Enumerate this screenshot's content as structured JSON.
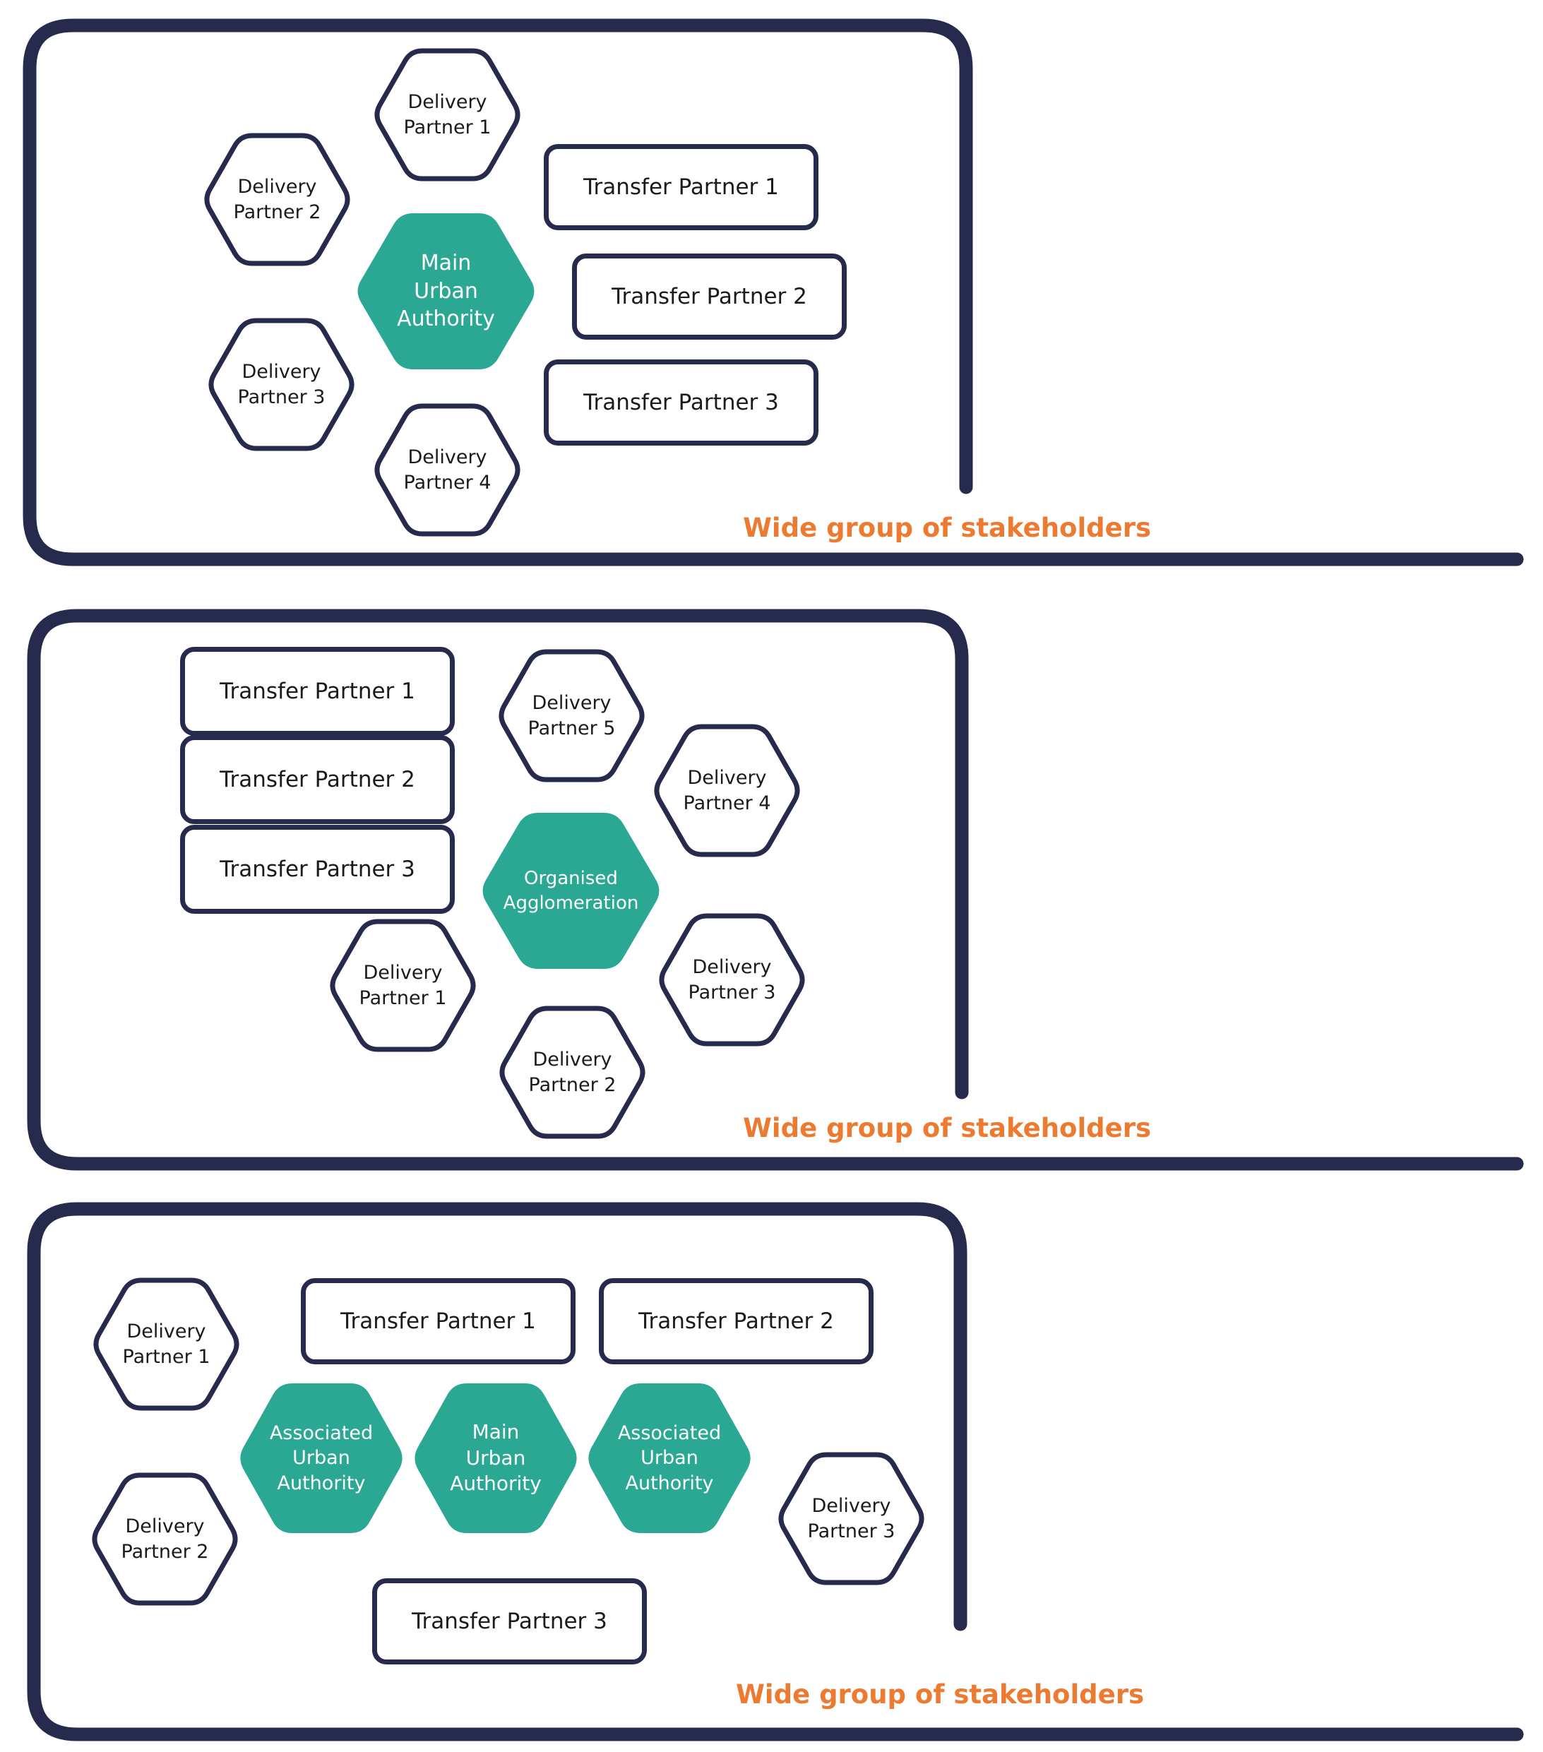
{
  "colors": {
    "navy": "#262b4d",
    "teal": "#2aa893",
    "orange": "#ed7a31",
    "ink": "#1b1b1b",
    "background": "#ffffff"
  },
  "panels": [
    {
      "stakeholders_label": "Wide group of stakeholders",
      "main_authority": "Main Urban Authority",
      "delivery_partners": [
        "Delivery Partner 1",
        "Delivery Partner 2",
        "Delivery Partner 3",
        "Delivery Partner 4"
      ],
      "transfer_partners": [
        "Transfer Partner 1",
        "Transfer Partner 2",
        "Transfer Partner 3"
      ]
    },
    {
      "stakeholders_label": "Wide group of stakeholders",
      "main_authority": "Organised Agglomeration",
      "delivery_partners": [
        "Delivery Partner 1",
        "Delivery Partner 2",
        "Delivery Partner 3",
        "Delivery Partner 4",
        "Delivery Partner 5"
      ],
      "transfer_partners": [
        "Transfer Partner 1",
        "Transfer Partner 2",
        "Transfer Partner 3"
      ]
    },
    {
      "stakeholders_label": "Wide group of stakeholders",
      "main_authority": "Main Urban Authority",
      "associated_authorities": [
        "Associated Urban Authority",
        "Associated Urban Authority"
      ],
      "delivery_partners": [
        "Delivery Partner 1",
        "Delivery Partner 2",
        "Delivery Partner 3"
      ],
      "transfer_partners": [
        "Transfer Partner 1",
        "Transfer Partner 2",
        "Transfer Partner 3"
      ]
    }
  ]
}
